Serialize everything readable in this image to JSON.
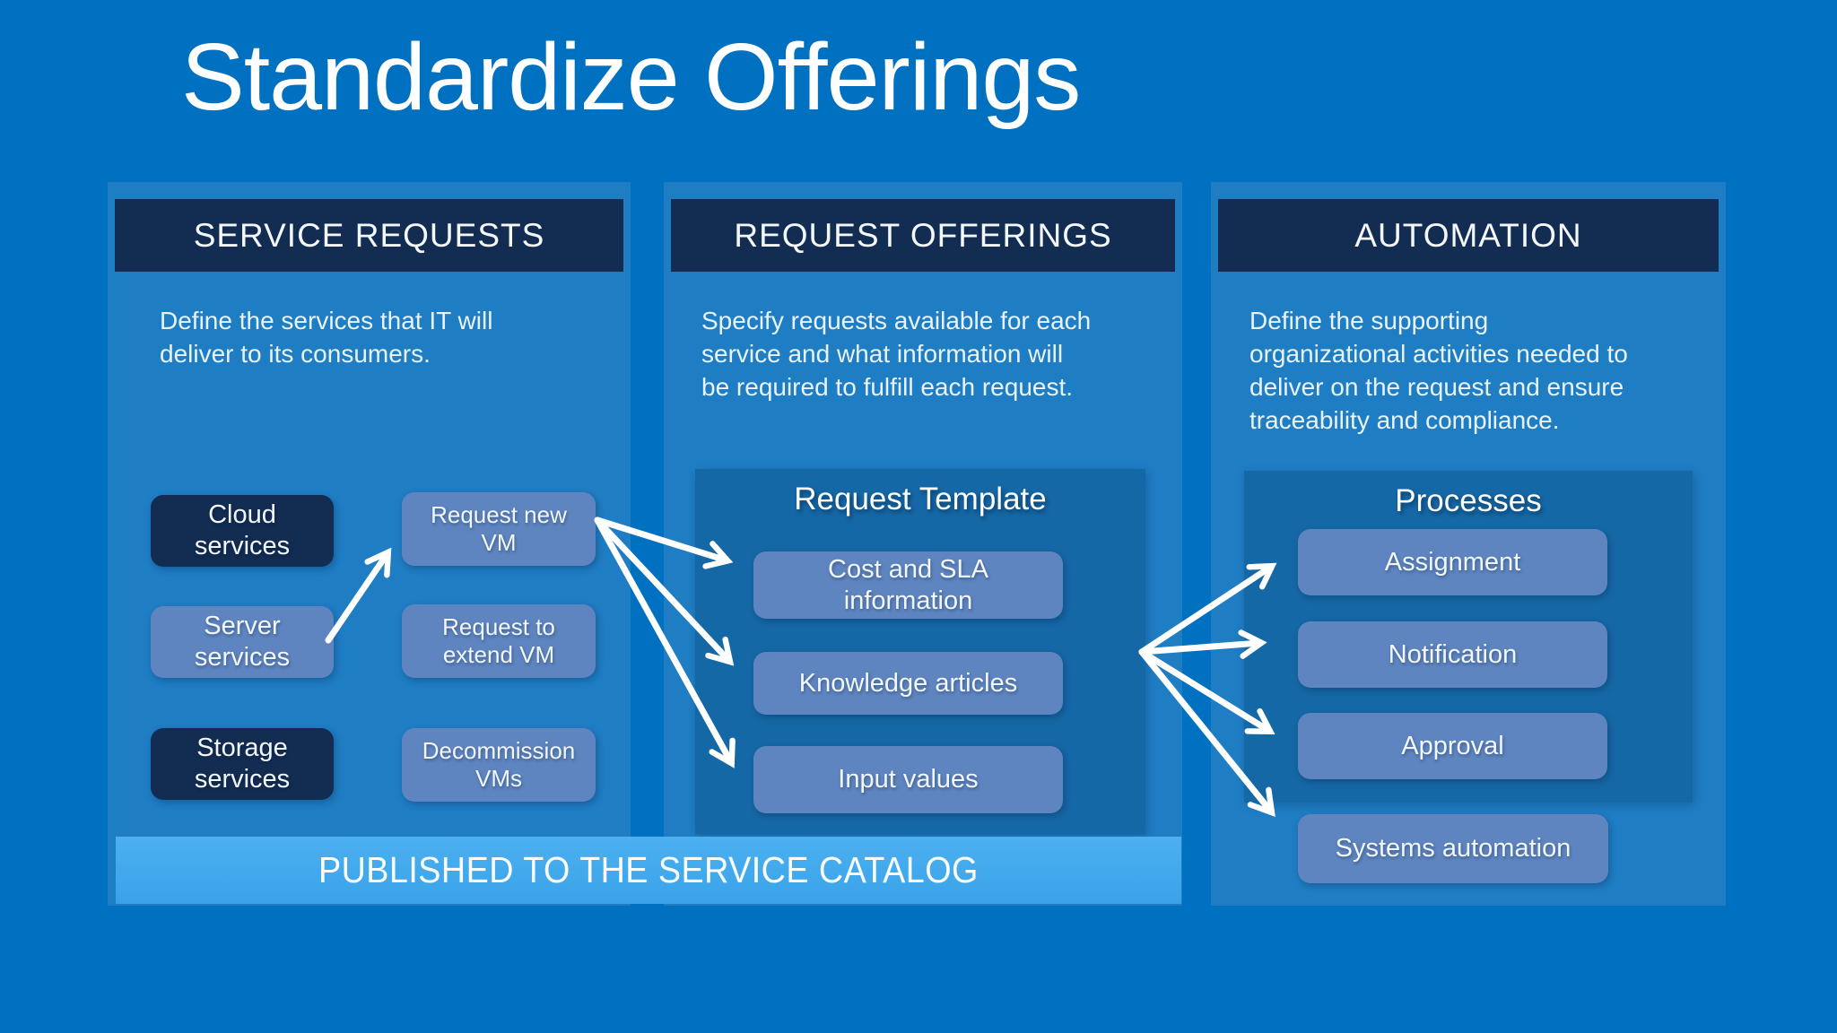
{
  "title": "Standardize Offerings",
  "banner": "PUBLISHED TO THE SERVICE CATALOG",
  "colors": {
    "page-bg": "#0070c0",
    "panel": "#1f7dc4",
    "header-bg": "#132c51",
    "inner-panel": "#1568a6",
    "light-box": "#5e85c0",
    "dark-box": "#132c51",
    "banner-bg": "#41a9ec",
    "arrow": "#ffffff",
    "text": "#ffffff"
  },
  "columns": [
    {
      "header": "SERVICE REQUESTS",
      "description": [
        "Define the services that IT will",
        "deliver to its consumers."
      ],
      "services": [
        {
          "label": [
            "Cloud",
            "services"
          ]
        },
        {
          "label": [
            "Server",
            "services"
          ]
        },
        {
          "label": [
            "Storage",
            "services"
          ]
        }
      ],
      "requests": [
        {
          "label": [
            "Request new",
            "VM"
          ]
        },
        {
          "label": [
            "Request to",
            "extend VM"
          ]
        },
        {
          "label": [
            "Decommission",
            "VMs"
          ]
        }
      ]
    },
    {
      "header": "REQUEST OFFERINGS",
      "description": [
        "Specify requests available for each",
        "service and what information will",
        "be required to fulfill each request."
      ],
      "panel_title": "Request Template",
      "items": [
        {
          "label": [
            "Cost and SLA",
            "information"
          ]
        },
        {
          "label": [
            "Knowledge articles"
          ]
        },
        {
          "label": [
            "Input values"
          ]
        }
      ]
    },
    {
      "header": "AUTOMATION",
      "description": [
        "Define the supporting",
        "organizational activities needed to",
        "deliver on the request and ensure",
        "traceability and compliance."
      ],
      "panel_title": "Processes",
      "items": [
        {
          "label": [
            "Assignment"
          ]
        },
        {
          "label": [
            "Notification"
          ]
        },
        {
          "label": [
            "Approval"
          ]
        }
      ],
      "footer_item": {
        "label": [
          "Systems automation"
        ]
      }
    }
  ]
}
